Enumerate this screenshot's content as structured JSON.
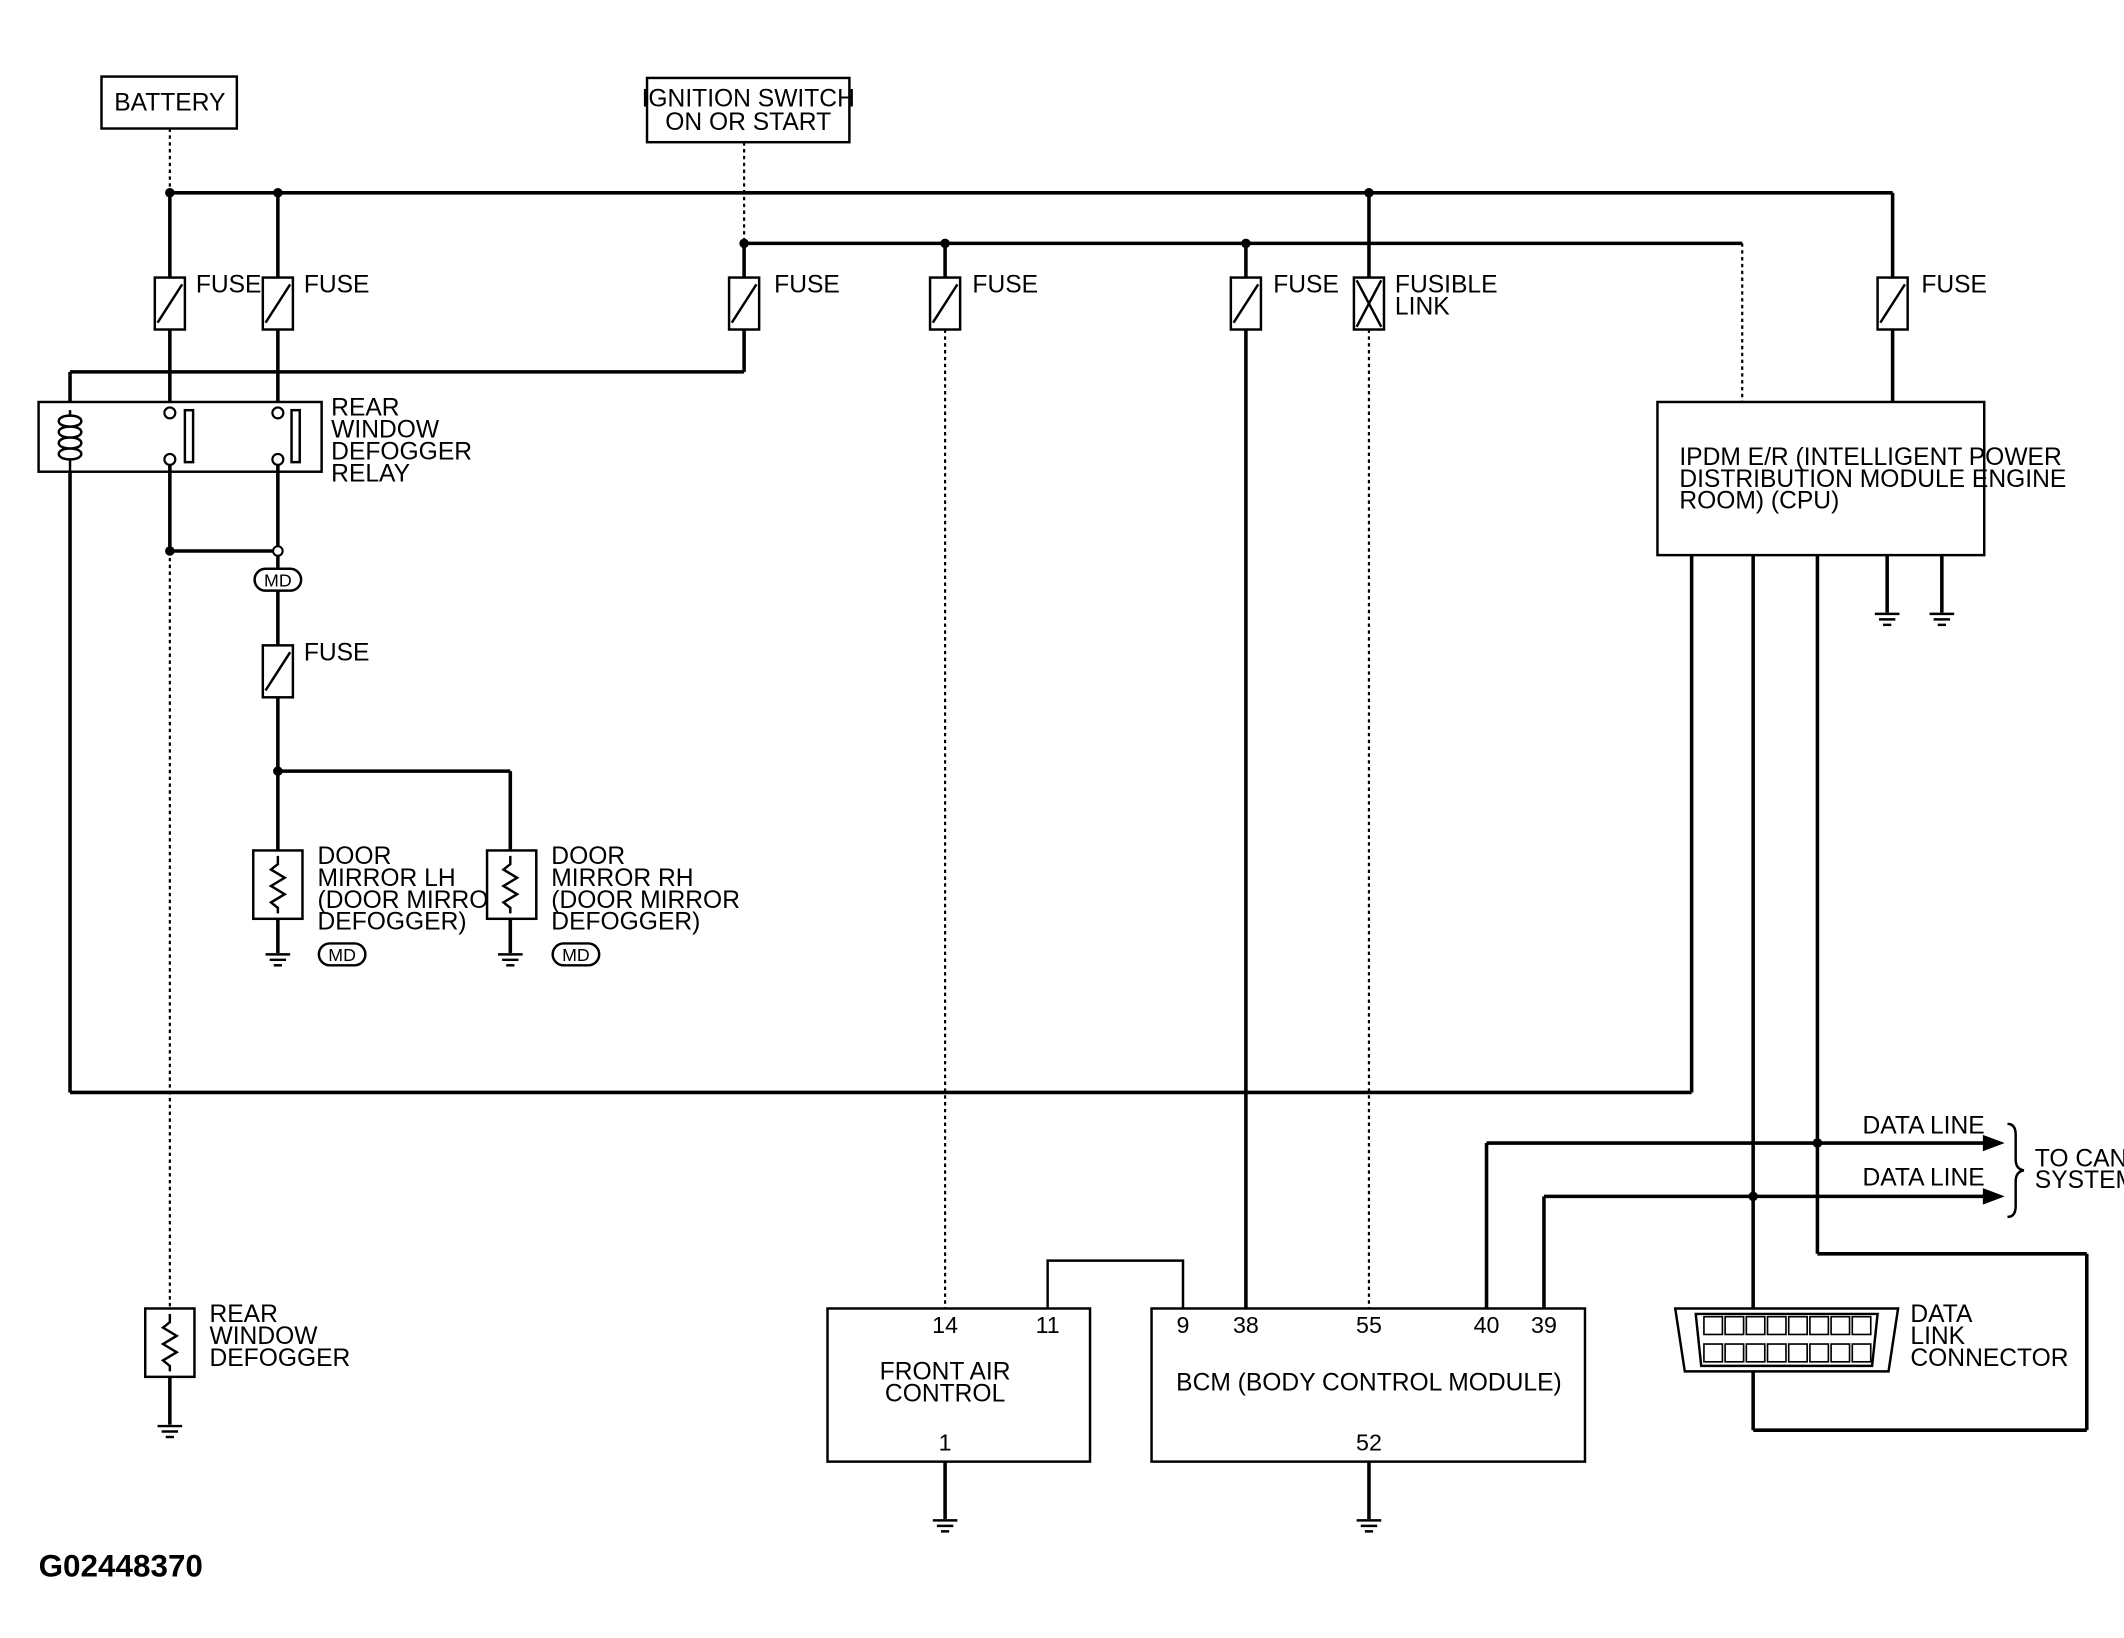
{
  "sources": {
    "battery": "BATTERY",
    "ignition_line1": "IGNITION SWITCH",
    "ignition_line2": "ON OR START"
  },
  "fuses": {
    "fuse_label": "FUSE",
    "fusible_link_line1": "FUSIBLE",
    "fusible_link_line2": "LINK"
  },
  "relay": {
    "line1": "REAR",
    "line2": "WINDOW",
    "line3": "DEFOGGER",
    "line4": "RELAY"
  },
  "md_label": "MD",
  "mirror_lh": {
    "line1": "DOOR",
    "line2": "MIRROR LH",
    "line3": "(DOOR MIRROR",
    "line4": "DEFOGGER)"
  },
  "mirror_rh": {
    "line1": "DOOR",
    "line2": "MIRROR RH",
    "line3": "(DOOR MIRROR",
    "line4": "DEFOGGER)"
  },
  "rear_defogger": {
    "line1": "REAR",
    "line2": "WINDOW",
    "line3": "DEFOGGER"
  },
  "ipdm": {
    "line1": "IPDM E/R (INTELLIGENT POWER",
    "line2": "DISTRIBUTION MODULE ENGINE",
    "line3": "ROOM) (CPU)"
  },
  "front_air": {
    "line1": "FRONT AIR",
    "line2": "CONTROL",
    "pin_14": "14",
    "pin_11": "11",
    "pin_1": "1"
  },
  "bcm": {
    "label": "BCM (BODY CONTROL MODULE)",
    "pin_9": "9",
    "pin_38": "38",
    "pin_55": "55",
    "pin_40": "40",
    "pin_39": "39",
    "pin_52": "52"
  },
  "data_line_label": "DATA LINE",
  "can": {
    "line1": "TO CAN",
    "line2": "SYSTEM"
  },
  "dlc": {
    "line1": "DATA",
    "line2": "LINK",
    "line3": "CONNECTOR"
  },
  "figure_code": "G02448370"
}
